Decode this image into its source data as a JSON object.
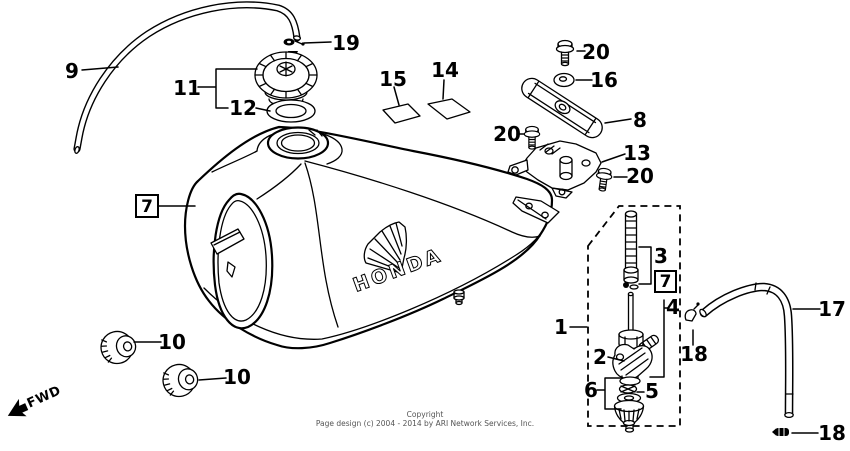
{
  "diagram": {
    "fwd_label": "FWD",
    "decal_text": "HONDA",
    "watermark_line1": "Copyright",
    "watermark_line2": "Page design (c) 2004 - 2014 by ARI Network Services, Inc.",
    "colors": {
      "background": "#ffffff",
      "ink": "#000000",
      "watermark": "#555555"
    }
  },
  "callouts": [
    {
      "part": "9",
      "text": "9"
    },
    {
      "part": "19",
      "text": "19"
    },
    {
      "part": "11",
      "text": "11"
    },
    {
      "part": "12",
      "text": "12"
    },
    {
      "part": "15",
      "text": "15"
    },
    {
      "part": "14",
      "text": "14"
    },
    {
      "part": "20",
      "text": "20"
    },
    {
      "part": "16",
      "text": "16"
    },
    {
      "part": "8",
      "text": "8"
    },
    {
      "part": "20",
      "text": "20"
    },
    {
      "part": "13",
      "text": "13"
    },
    {
      "part": "20",
      "text": "20"
    },
    {
      "part": "7",
      "text": "7",
      "boxed": true
    },
    {
      "part": "10",
      "text": "10"
    },
    {
      "part": "10",
      "text": "10"
    },
    {
      "part": "1",
      "text": "1"
    },
    {
      "part": "3",
      "text": "3"
    },
    {
      "part": "7",
      "text": "7",
      "boxed": true
    },
    {
      "part": "4",
      "text": "4"
    },
    {
      "part": "2",
      "text": "2"
    },
    {
      "part": "18",
      "text": "18"
    },
    {
      "part": "6",
      "text": "6"
    },
    {
      "part": "5",
      "text": "5"
    },
    {
      "part": "17",
      "text": "17"
    },
    {
      "part": "18",
      "text": "18"
    }
  ]
}
